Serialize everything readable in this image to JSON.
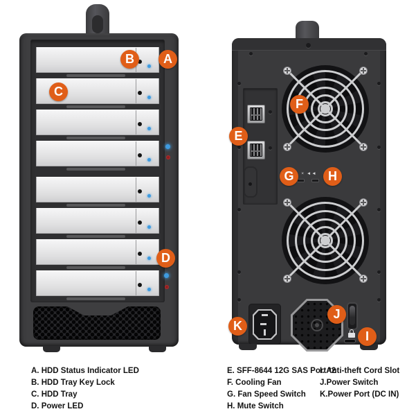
{
  "callouts": {
    "A": "A",
    "B": "B",
    "C": "C",
    "D": "D",
    "E": "E",
    "F": "F",
    "G": "G",
    "H": "H",
    "I": "I",
    "J": "J",
    "K": "K"
  },
  "legend": {
    "col1": [
      "A. HDD Status Indicator LED",
      "B. HDD Tray Key Lock",
      "C. HDD Tray",
      "D. Power LED"
    ],
    "col2": [
      "E. SFF-8644 12G SAS Port *2",
      "F. Cooling Fan",
      "G. Fan Speed Switch",
      "H. Mute Switch"
    ],
    "col3": [
      "I. Anti-theft Cord Slot",
      "J.Power Switch",
      "K.Power Port (DC IN)"
    ]
  },
  "front": {
    "tray_count": 8,
    "trays": [
      {
        "key_lock": true,
        "status_led": "blue"
      },
      {
        "key_lock": true,
        "status_led": "blue"
      },
      {
        "key_lock": true,
        "status_led": "blue"
      },
      {
        "key_lock": true,
        "status_led": "blue"
      },
      {
        "key_lock": true,
        "status_led": "blue"
      },
      {
        "key_lock": true,
        "status_led": "blue"
      },
      {
        "key_lock": true,
        "status_led": "blue"
      },
      {
        "key_lock": true,
        "status_led": "blue"
      }
    ],
    "chassis_leds": [
      "blue",
      "red",
      "blue",
      "red"
    ]
  },
  "rear": {
    "sas_port_count": 2,
    "cooling_fan_count": 2,
    "switch_icon_glyphs": "▲ × ◄◄"
  },
  "colors": {
    "accent_orange": "#E05E18",
    "led_blue": "#3F9BE0",
    "led_red": "#8C1D1D",
    "chassis_dark": "#3E3E40",
    "tray_light": "#E9E9EB"
  }
}
